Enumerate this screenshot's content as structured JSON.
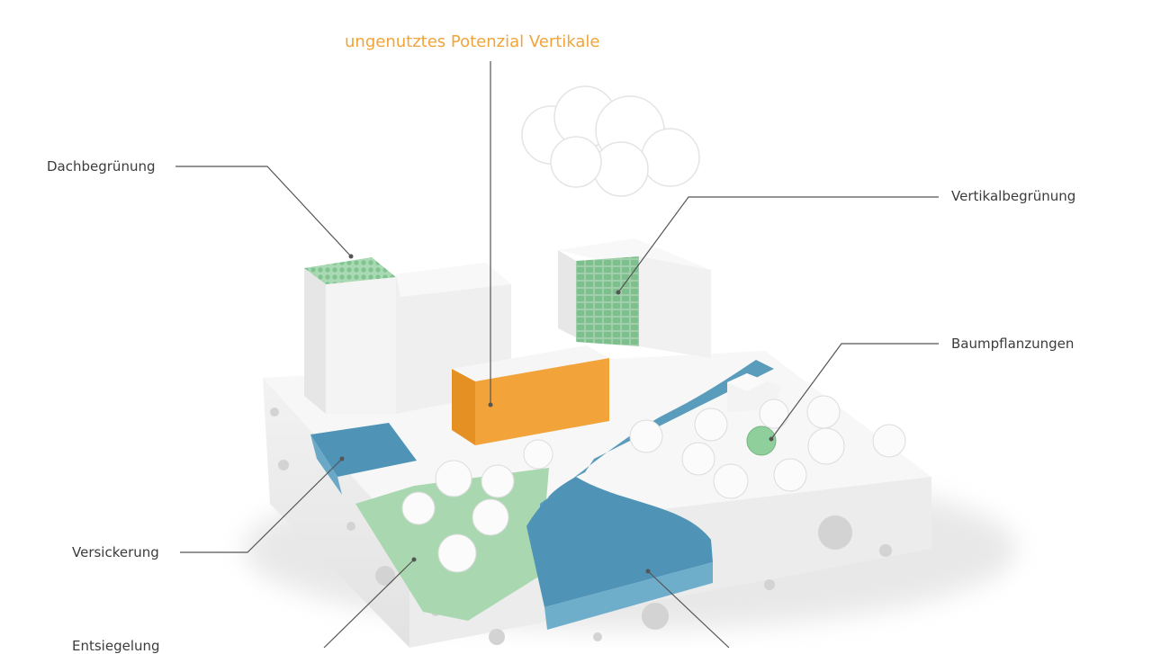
{
  "labels": {
    "potential": "ungenutztes Potenzial Vertikale",
    "dachbegruenung": "Dachbegrünung",
    "vertikalbegruenung": "Vertikalbegrünung",
    "baumpflanzungen": "Baumpflanzungen",
    "versickerung": "Versickerung",
    "entsiegelung": "Entsiegelung"
  },
  "colors": {
    "highlight": "#f0a43a",
    "water": "#4f93b6",
    "green": "#9fd2a6",
    "base": "#f4f4f4",
    "building": "#eeeeee",
    "leader": "#555555"
  }
}
